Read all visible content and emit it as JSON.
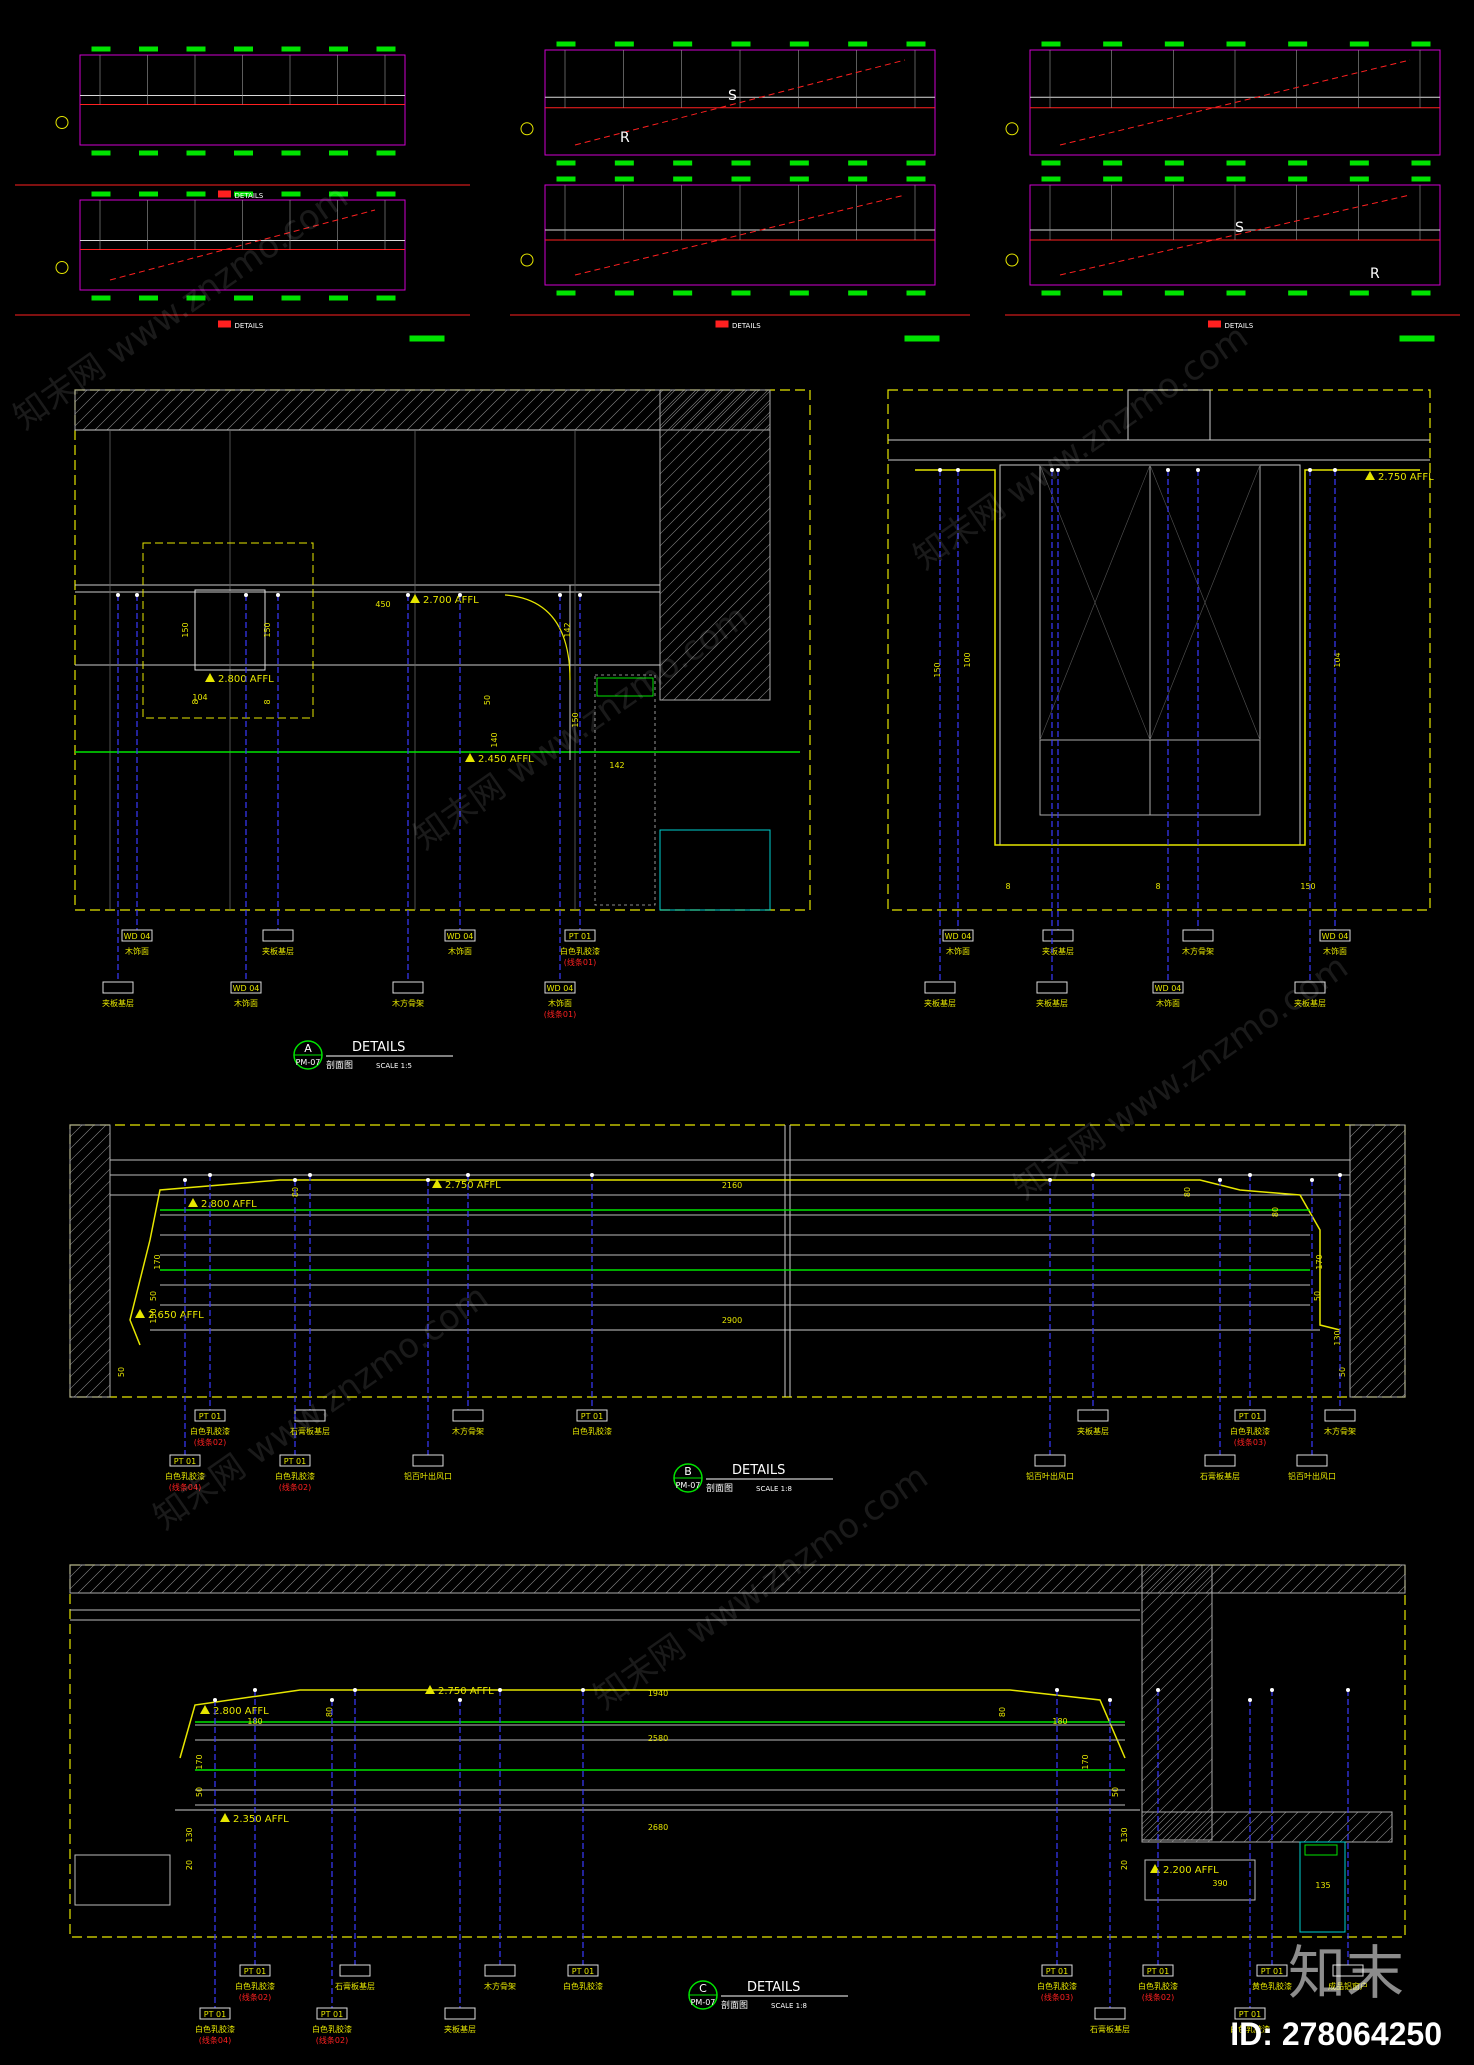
{
  "colors": {
    "background": "#000000",
    "yellow": "#e6e600",
    "green": "#00e400",
    "white": "#d9d9d9",
    "blue": "#3a3aff",
    "red": "#ff2020",
    "magenta": "#d000d0",
    "cyan": "#00d0d0"
  },
  "thumbnails": [
    {
      "caption": "DETAILS"
    },
    {
      "caption": "DETAILS"
    },
    {
      "caption": "DETAILS"
    },
    {
      "caption": "DETAILS"
    }
  ],
  "detail_a": {
    "id": "A",
    "sheet": "PM-07",
    "title": "DETAILS",
    "subtitle": "剖面图",
    "scale": "SCALE 1:5",
    "levels": [
      "2.700 AFFL",
      "2.800 AFFL",
      "2.450 AFFL",
      "2.750 AFFL"
    ],
    "dims": [
      "450",
      "150",
      "150",
      "104",
      "8",
      "8",
      "150",
      "100",
      "50",
      "140",
      "150",
      "142",
      "104",
      "8",
      "8",
      "150",
      "142"
    ],
    "tags_left": [
      {
        "code": "WD 04",
        "text": "木饰面",
        "note": ""
      },
      {
        "code": "",
        "text": "夹板基层",
        "note": ""
      },
      {
        "code": "WD 04",
        "text": "木饰面",
        "note": ""
      },
      {
        "code": "PT 01",
        "text": "白色乳胶漆",
        "note": "(线条01)"
      }
    ],
    "tags_left_low": [
      {
        "code": "",
        "text": "夹板基层",
        "note": ""
      },
      {
        "code": "WD 04",
        "text": "木饰面",
        "note": ""
      },
      {
        "code": "",
        "text": "木方骨架",
        "note": ""
      },
      {
        "code": "WD 04",
        "text": "木饰面",
        "note": "(线条01)"
      }
    ],
    "tags_right": [
      {
        "code": "WD 04",
        "text": "木饰面",
        "note": ""
      },
      {
        "code": "",
        "text": "夹板基层",
        "note": ""
      },
      {
        "code": "",
        "text": "木方骨架",
        "note": ""
      },
      {
        "code": "WD 04",
        "text": "木饰面",
        "note": ""
      }
    ],
    "tags_right_low": [
      {
        "code": "",
        "text": "夹板基层",
        "note": ""
      },
      {
        "code": "",
        "text": "夹板基层",
        "note": ""
      },
      {
        "code": "WD 04",
        "text": "木饰面",
        "note": ""
      },
      {
        "code": "",
        "text": "夹板基层",
        "note": ""
      }
    ]
  },
  "detail_b": {
    "id": "B",
    "sheet": "PM-07",
    "title": "DETAILS",
    "subtitle": "剖面图",
    "scale": "SCALE 1:8",
    "levels": [
      "2.750 AFFL",
      "2.800 AFFL",
      "2.650 AFFL"
    ],
    "dims": [
      "2160",
      "2900",
      "80",
      "80",
      "80",
      "170",
      "50",
      "130",
      "50",
      "170",
      "50",
      "130",
      "50"
    ],
    "tags_top": [
      {
        "code": "PT 01",
        "text": "白色乳胶漆",
        "note": "(线条02)"
      },
      {
        "code": "",
        "text": "石膏板基层",
        "note": ""
      },
      {
        "code": "",
        "text": "木方骨架",
        "note": ""
      },
      {
        "code": "PT 01",
        "text": "白色乳胶漆",
        "note": ""
      },
      {
        "code": "",
        "text": "夹板基层",
        "note": ""
      },
      {
        "code": "PT 01",
        "text": "白色乳胶漆",
        "note": "(线条03)"
      },
      {
        "code": "",
        "text": "木方骨架",
        "note": ""
      }
    ],
    "tags_low": [
      {
        "code": "PT 01",
        "text": "白色乳胶漆",
        "note": "(线条04)"
      },
      {
        "code": "PT 01",
        "text": "白色乳胶漆",
        "note": "(线条02)"
      },
      {
        "code": "",
        "text": "铝百叶出风口",
        "note": ""
      },
      {
        "code": "",
        "text": "铝百叶出风口",
        "note": ""
      },
      {
        "code": "",
        "text": "石膏板基层",
        "note": ""
      },
      {
        "code": "",
        "text": "铝百叶出风口",
        "note": ""
      }
    ]
  },
  "detail_c": {
    "id": "C",
    "sheet": "PM-07",
    "title": "DETAILS",
    "subtitle": "剖面图",
    "scale": "SCALE 1:8",
    "levels": [
      "2.750 AFFL",
      "2.800 AFFL",
      "2.350 AFFL",
      "2.200 AFFL"
    ],
    "dims": [
      "1940",
      "2580",
      "2680",
      "180",
      "180",
      "80",
      "80",
      "170",
      "50",
      "130",
      "20",
      "170",
      "50",
      "130",
      "20",
      "390",
      "135"
    ],
    "tags_top": [
      {
        "code": "PT 01",
        "text": "白色乳胶漆",
        "note": "(线条02)"
      },
      {
        "code": "",
        "text": "石膏板基层",
        "note": ""
      },
      {
        "code": "",
        "text": "木方骨架",
        "note": ""
      },
      {
        "code": "PT 01",
        "text": "白色乳胶漆",
        "note": ""
      },
      {
        "code": "PT 01",
        "text": "白色乳胶漆",
        "note": "(线条03)"
      },
      {
        "code": "PT 01",
        "text": "白色乳胶漆",
        "note": "(线条02)"
      },
      {
        "code": "PT 01",
        "text": "黄色乳胶漆",
        "note": ""
      },
      {
        "code": "",
        "text": "成品铝窗户",
        "note": ""
      }
    ],
    "tags_low": [
      {
        "code": "PT 01",
        "text": "白色乳胶漆",
        "note": "(线条04)"
      },
      {
        "code": "PT 01",
        "text": "白色乳胶漆",
        "note": "(线条02)"
      },
      {
        "code": "",
        "text": "夹板基层",
        "note": ""
      },
      {
        "code": "",
        "text": "石膏板基层",
        "note": ""
      },
      {
        "code": "PT 01",
        "text": "白色乳胶漆",
        "note": ""
      }
    ]
  },
  "thumb_marks": [
    "S",
    "R",
    "S",
    "R"
  ],
  "watermark": "知末网 www.znzmo.com",
  "logo_text": "知末",
  "id_text": "ID: 278064250"
}
